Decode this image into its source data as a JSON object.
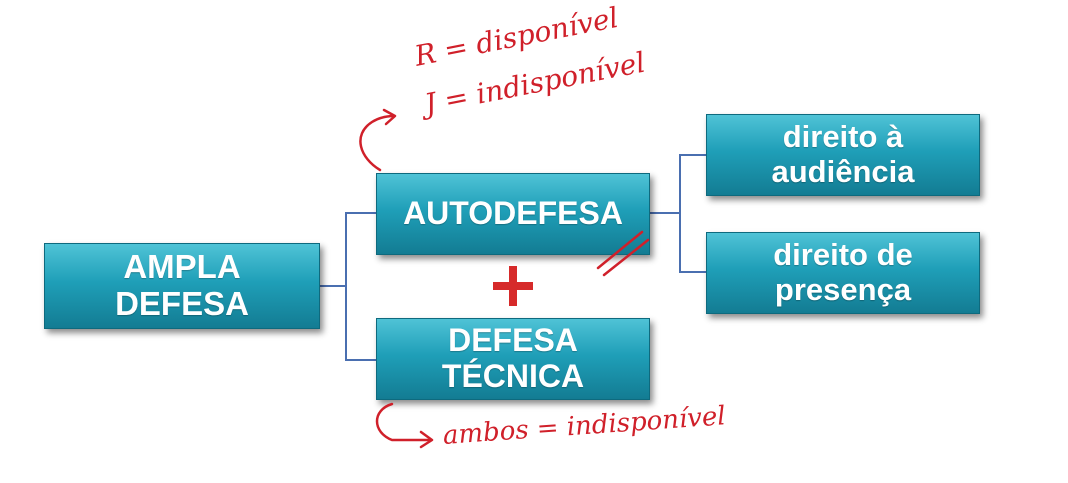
{
  "diagram": {
    "root": {
      "lines": [
        "AMPLA",
        "DEFESA"
      ]
    },
    "children": [
      {
        "id": "autodefesa",
        "lines": [
          "AUTODEFESA"
        ]
      },
      {
        "id": "defesa_tecnica",
        "lines": [
          "DEFESA",
          "TÉCNICA"
        ]
      }
    ],
    "plus_symbol": "+",
    "autodefesa_children": [
      {
        "id": "audiencia",
        "lines": [
          "direito à",
          "audiência"
        ]
      },
      {
        "id": "presenca",
        "lines": [
          "direito de",
          "presença"
        ]
      }
    ]
  },
  "annotations": {
    "line_r": "R = disponível",
    "line_j": "J = indisponível",
    "bottom": "ambos = indisponível"
  },
  "colors": {
    "box_top": "#4fc3d6",
    "box_bottom": "#137c93",
    "connector": "#4a6fb0",
    "ink": "#d0202a",
    "plus": "#d62a2a"
  }
}
